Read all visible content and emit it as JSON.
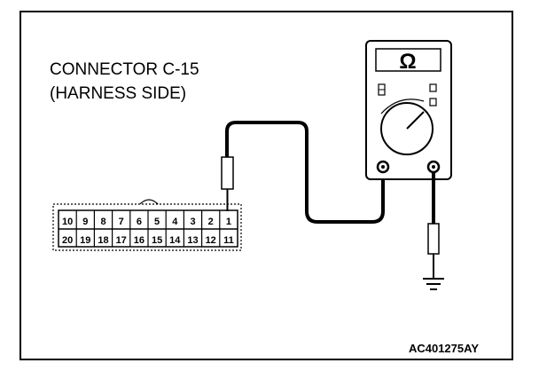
{
  "diagram": {
    "connector_title": "CONNECTOR C-15",
    "connector_subtitle": "(HARNESS SIDE)",
    "figure_code": "AC401275AY",
    "meter_symbol": "Ω",
    "pins_top": [
      "10",
      "9",
      "8",
      "7",
      "6",
      "5",
      "4",
      "3",
      "2",
      "1"
    ],
    "pins_bottom": [
      "20",
      "19",
      "18",
      "17",
      "16",
      "15",
      "14",
      "13",
      "12",
      "11"
    ],
    "icons": {
      "meter": "ohmmeter-icon",
      "ground": "ground-icon",
      "probe": "probe-icon"
    },
    "colors": {
      "line": "#000000",
      "background": "#ffffff"
    }
  }
}
